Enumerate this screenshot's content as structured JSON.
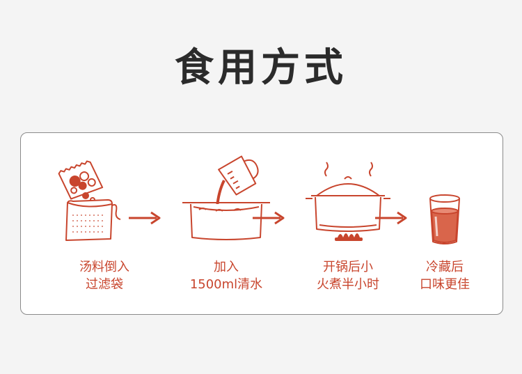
{
  "title": "食用方式",
  "colors": {
    "accent": "#c8452d",
    "title": "#2b2b2b",
    "border": "#8a8a8a",
    "background": "#f4f4f4",
    "card": "#ffffff"
  },
  "steps": [
    {
      "icon": "soup-packet-filter-bag-icon",
      "line1": "汤料倒入",
      "line2": "过滤袋"
    },
    {
      "icon": "pour-water-into-pot-icon",
      "line1": "加入",
      "line2": "1500ml清水"
    },
    {
      "icon": "covered-pot-on-fire-icon",
      "line1": "开锅后小",
      "line2": "火煮半小时"
    },
    {
      "icon": "cup-of-drink-icon",
      "line1": "冷藏后",
      "line2": "口味更佳"
    }
  ],
  "arrows": [
    "right-arrow-icon",
    "right-arrow-icon",
    "right-arrow-icon"
  ]
}
